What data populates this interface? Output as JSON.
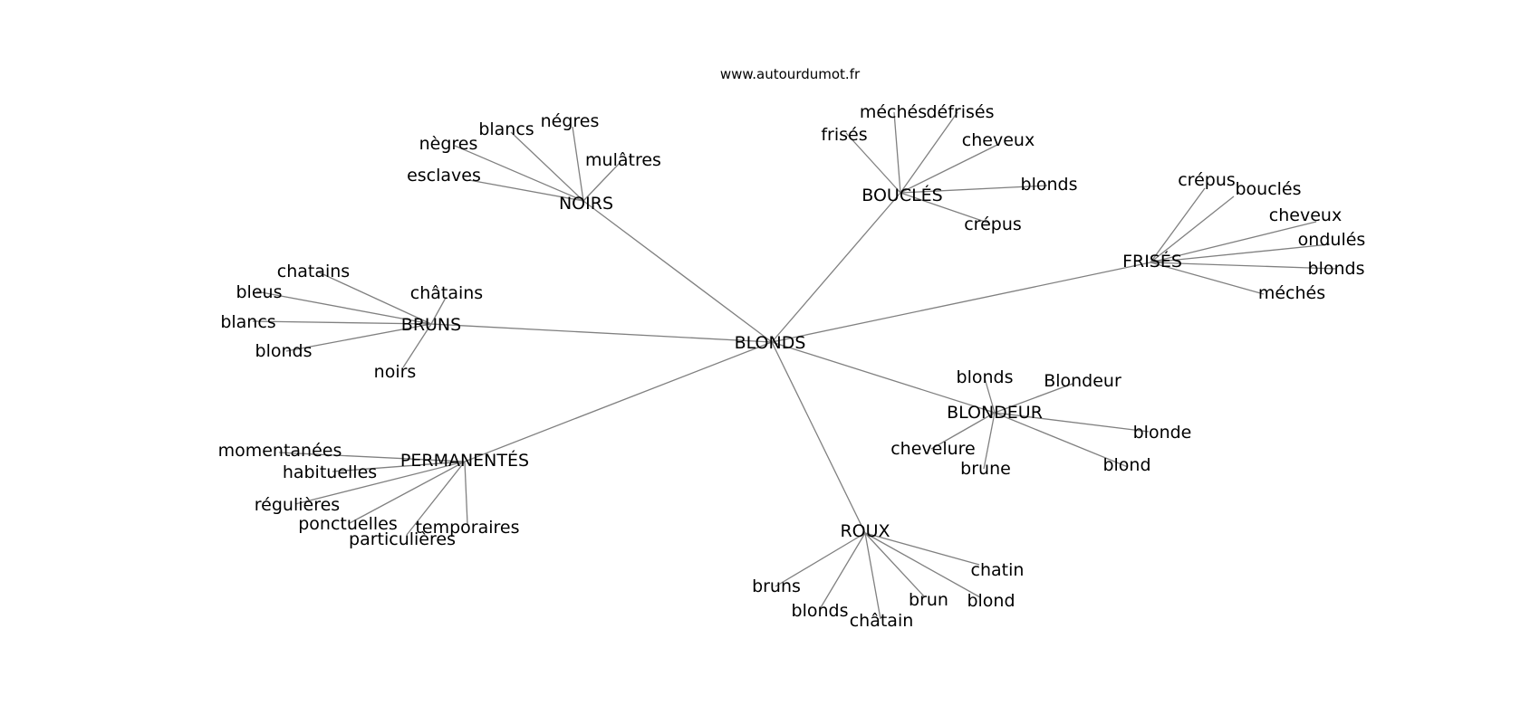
{
  "credit": "www.autourdumot.fr",
  "center": "BLONDS",
  "groups": [
    {
      "hub": "NOIRS",
      "leaves": [
        "nègres",
        "blancs",
        "négres",
        "mulâtres",
        "esclaves"
      ]
    },
    {
      "hub": "BOUCLÉS",
      "leaves": [
        "frisés",
        "méchés",
        "défrisés",
        "cheveux",
        "blonds",
        "crépus"
      ]
    },
    {
      "hub": "FRISÉS",
      "leaves": [
        "crépus",
        "bouclés",
        "cheveux",
        "ondulés",
        "blonds",
        "méchés"
      ]
    },
    {
      "hub": "BRUNS",
      "leaves": [
        "chatains",
        "bleus",
        "blancs",
        "blonds",
        "châtains",
        "noirs"
      ]
    },
    {
      "hub": "BLONDEUR",
      "leaves": [
        "blonds",
        "Blondeur",
        "blonde",
        "blond",
        "chevelure",
        "brune"
      ]
    },
    {
      "hub": "PERMANENTÉS",
      "leaves": [
        "momentanées",
        "habituelles",
        "régulières",
        "ponctuelles",
        "particulières",
        "temporaires"
      ]
    },
    {
      "hub": "ROUX",
      "leaves": [
        "bruns",
        "blonds",
        "châtain",
        "brun",
        "blond",
        "chatin"
      ]
    }
  ]
}
